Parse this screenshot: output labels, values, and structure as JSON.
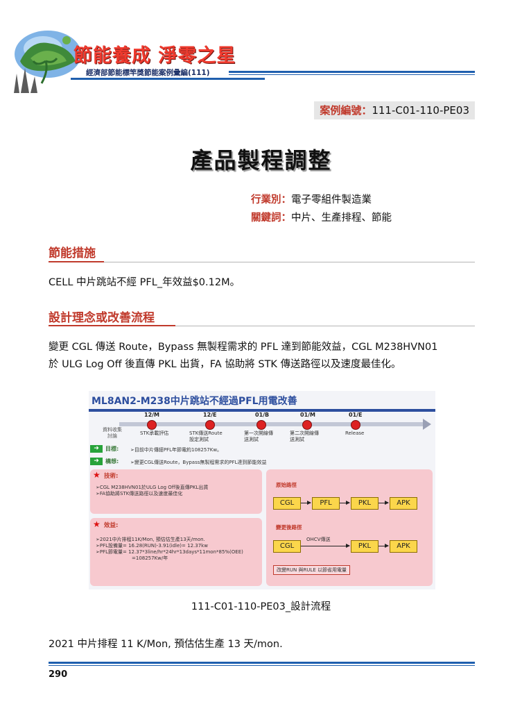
{
  "header": {
    "logo_title": "節能養成 淨零之星",
    "logo_subtitle": "經濟部節能標竿獎節能案例彙編(111)"
  },
  "case": {
    "label": "案例編號：",
    "number": "111-C01-110-PE03"
  },
  "title": "產品製程調整",
  "meta": {
    "industry_label": "行業別：",
    "industry_value": "電子零組件製造業",
    "keywords_label": "關鍵詞：",
    "keywords_value": "中片、生產排程、節能"
  },
  "section1": {
    "heading": "節能措施",
    "text": "CELL 中片跳站不經 PFL_年效益$0.12M。"
  },
  "section2": {
    "heading": "設計理念或改善流程",
    "text_line1": "變更 CGL 傳送 Route，Bypass 無製程需求的 PFL 達到節能效益，CGL M238HVN01",
    "text_line2": "於 ULG Log Off 後直傳 PKL 出貨，FA 協助將 STK 傳送路徑以及速度最佳化。"
  },
  "figure": {
    "title": "ML8AN2-M238中片跳站不經過PFL用電改善",
    "side_label_1": "資料收集",
    "side_label_2": "討論",
    "timeline": [
      {
        "date": "12/M",
        "desc1": "STK承載評估",
        "desc2": ""
      },
      {
        "date": "12/E",
        "desc1": "STK傳送Route",
        "desc2": "設定測試"
      },
      {
        "date": "01/B",
        "desc1": "第一次開線傳",
        "desc2": "送測試"
      },
      {
        "date": "01/M",
        "desc1": "第二次開線傳",
        "desc2": "送測試"
      },
      {
        "date": "01/E",
        "desc1": "Release",
        "desc2": ""
      }
    ],
    "goal_label": "目標:",
    "goal_text": "➢目前中片傳經PFL年節電約108257Kw。",
    "strategy_label": "構想:",
    "strategy_text": "➢變更CGL傳送Route，Bypass無製程需求的PFL達到節能效益",
    "tech_label": "技術:",
    "tech_lines": [
      "➢CGL M238HVN01於ULG Log Off後直傳PKL出貨",
      "➢FA協助將STK傳送路徑以及速度最佳化"
    ],
    "benefit_label": "效益:",
    "benefit_lines": [
      "➢2021中片排程11K/Mon, 預估估生產13天/mon.",
      "➢PFL設備量= 16.28(RUN)-3.91(idle)= 12.37kw",
      "➢PFL節電量= 12.37*3line/hr*24hr*13days*11mon*85%(OEE)",
      "=108257Kw/年"
    ],
    "orig_path_label": "原始路徑",
    "orig_path": [
      "CGL",
      "PFL",
      "PKL",
      "APK"
    ],
    "new_path_label": "變更後路徑",
    "new_path": [
      "CGL",
      "PKL",
      "APK"
    ],
    "ohcv_label": "OHCV傳送",
    "note": "改變RUN 與RULE 以節省用電量"
  },
  "caption": "111-C01-110-PE03_設計流程",
  "bottom_text": "2021 中片排程 11 K/Mon, 預估估生產 13 天/mon.",
  "page_number": "290"
}
